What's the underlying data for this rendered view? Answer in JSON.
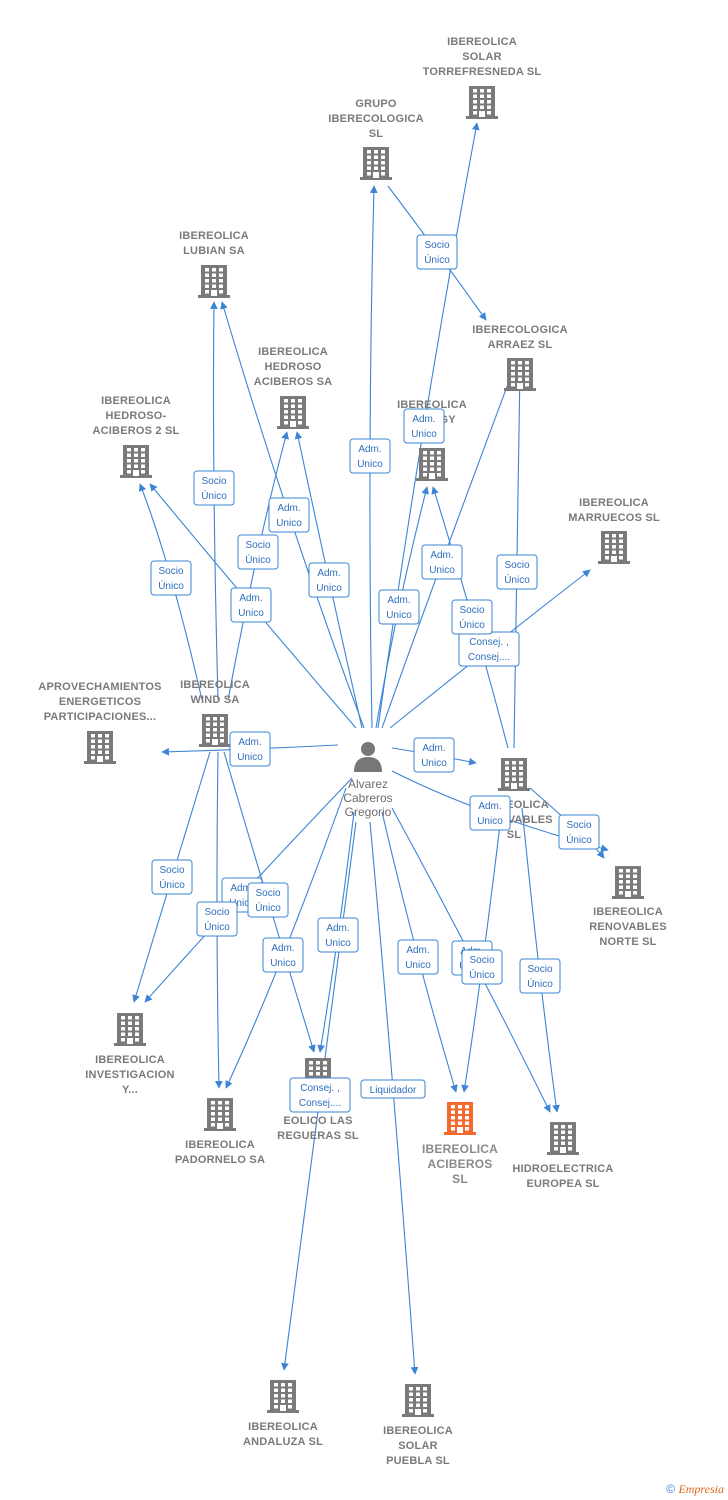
{
  "colors": {
    "edge": "#3b84d6",
    "building": "#7a7a7a",
    "highlight": "#f26a2e",
    "person": "#777777"
  },
  "person": {
    "id": "p",
    "lines": [
      "Alvarez",
      "Cabreros",
      "Gregorio"
    ],
    "icon": "person-icon"
  },
  "nodes": [
    {
      "id": "solar_torre",
      "lines": [
        "IBEREOLICA",
        "SOLAR",
        "TORREFRESNEDA SL"
      ]
    },
    {
      "id": "grupo",
      "lines": [
        "GRUPO",
        "IBERECOLOGICA",
        "SL"
      ]
    },
    {
      "id": "lubian",
      "lines": [
        "IBEREOLICA",
        "LUBIAN SA"
      ]
    },
    {
      "id": "arraez",
      "lines": [
        "IBERECOLOGICA",
        "ARRAEZ  SL"
      ]
    },
    {
      "id": "hedroso",
      "lines": [
        "IBEREOLICA",
        "HEDROSO",
        "ACIBEROS SA"
      ]
    },
    {
      "id": "hedroso2",
      "lines": [
        "IBEREOLICA",
        "HEDROSO-",
        "ACIBEROS 2 SL"
      ]
    },
    {
      "id": "energy",
      "lines": [
        "IBEREOLICA",
        "ENERGY"
      ]
    },
    {
      "id": "marruecos",
      "lines": [
        "IBEREOLICA",
        "MARRUECOS SL"
      ]
    },
    {
      "id": "aprovech",
      "lines": [
        "APROVECHAMIENTOS",
        "ENERGETICOS",
        "PARTICIPACIONES..."
      ]
    },
    {
      "id": "wind",
      "lines": [
        "IBEREOLICA",
        "WIND SA"
      ]
    },
    {
      "id": "renovables",
      "lines": [
        "IBEREOLICA",
        "RENOVABLES",
        "SL"
      ]
    },
    {
      "id": "renov_norte",
      "lines": [
        "IBEREOLICA",
        "RENOVABLES",
        "NORTE  SL"
      ]
    },
    {
      "id": "investig",
      "lines": [
        "IBEREOLICA",
        "INVESTIGACION",
        "Y..."
      ]
    },
    {
      "id": "padornelo",
      "lines": [
        "IBEREOLICA",
        "PADORNELO SA"
      ]
    },
    {
      "id": "regueras",
      "lines": [
        "EOLICO LAS",
        "REGUERAS SL"
      ]
    },
    {
      "id": "aciberos",
      "lines": [
        "IBEREOLICA",
        "ACIBEROS",
        "SL"
      ],
      "highlight": true
    },
    {
      "id": "hidro",
      "lines": [
        "HIDROELECTRICA",
        "EUROPEA SL"
      ]
    },
    {
      "id": "andaluza",
      "lines": [
        "IBEREOLICA",
        "ANDALUZA SL"
      ]
    },
    {
      "id": "solar_puebla",
      "lines": [
        "IBEREOLICA",
        "SOLAR",
        "PUEBLA SL"
      ]
    }
  ],
  "edges": [
    {
      "from": "p",
      "to": "grupo",
      "label": [
        "Adm.",
        "Unico"
      ]
    },
    {
      "from": "p",
      "to": "solar_torre",
      "label": [
        "Adm.",
        "Unico"
      ]
    },
    {
      "from": "grupo",
      "to": "arraez",
      "label": [
        "Socio",
        "Único"
      ]
    },
    {
      "from": "p",
      "to": "lubian",
      "label": [
        "Adm.",
        "Unico"
      ]
    },
    {
      "from": "p",
      "to": "hedroso",
      "label": [
        "Adm.",
        "Unico"
      ]
    },
    {
      "from": "p",
      "to": "hedroso2",
      "label": [
        "Adm.",
        "Unico"
      ]
    },
    {
      "from": "p",
      "to": "energy",
      "label": [
        "Adm.",
        "Unico"
      ]
    },
    {
      "from": "p",
      "to": "arraez",
      "label": [
        "Adm.",
        "Unico"
      ]
    },
    {
      "from": "p",
      "to": "marruecos",
      "label": [
        "Consej. ,",
        "Consej...."
      ]
    },
    {
      "from": "p",
      "to": "aprovech",
      "label": [
        "Adm.",
        "Unico"
      ]
    },
    {
      "from": "p",
      "to": "renovables",
      "label": [
        "Adm.",
        "Unico"
      ]
    },
    {
      "from": "p",
      "to": "renov_norte",
      "label": [
        "Adm.",
        "Unico"
      ]
    },
    {
      "from": "p",
      "to": "investig",
      "label": [
        "Adm.",
        "Unico"
      ]
    },
    {
      "from": "p",
      "to": "padornelo",
      "label": [
        "Adm.",
        "Unico"
      ]
    },
    {
      "from": "p",
      "to": "regueras",
      "label": [
        "Adm.",
        "Unico"
      ]
    },
    {
      "from": "p",
      "to": "aciberos",
      "label": [
        "Adm.",
        "Unico"
      ]
    },
    {
      "from": "p",
      "to": "hidro",
      "label": [
        "Adm.",
        "Unico"
      ]
    },
    {
      "from": "p",
      "to": "andaluza",
      "label": [
        "Consej. ,",
        "Consej...."
      ]
    },
    {
      "from": "p",
      "to": "solar_puebla",
      "label": [
        "Liquidador"
      ]
    },
    {
      "from": "wind",
      "to": "lubian",
      "label": [
        "Socio",
        "Único"
      ]
    },
    {
      "from": "wind",
      "to": "hedroso",
      "label": [
        "Socio",
        "Único"
      ]
    },
    {
      "from": "wind",
      "to": "hedroso2",
      "label": [
        "Socio",
        "Único"
      ]
    },
    {
      "from": "wind",
      "to": "investig",
      "label": [
        "Socio",
        "Único"
      ]
    },
    {
      "from": "wind",
      "to": "padornelo",
      "label": [
        "Socio",
        "Único"
      ]
    },
    {
      "from": "wind",
      "to": "regueras",
      "label": [
        "Socio",
        "Único"
      ]
    },
    {
      "from": "renovables",
      "to": "arraez",
      "label": [
        "Socio",
        "Único"
      ]
    },
    {
      "from": "renovables",
      "to": "energy",
      "label": [
        "Socio",
        "Único"
      ]
    },
    {
      "from": "renovables",
      "to": "renov_norte",
      "label": [
        "Socio",
        "Único"
      ]
    },
    {
      "from": "renovables",
      "to": "aciberos",
      "label": [
        "Socio",
        "Único"
      ]
    },
    {
      "from": "renovables",
      "to": "hidro",
      "label": [
        "Socio",
        "Único"
      ]
    }
  ],
  "copyright": {
    "symbol": "©",
    "brand": "Empresia"
  }
}
